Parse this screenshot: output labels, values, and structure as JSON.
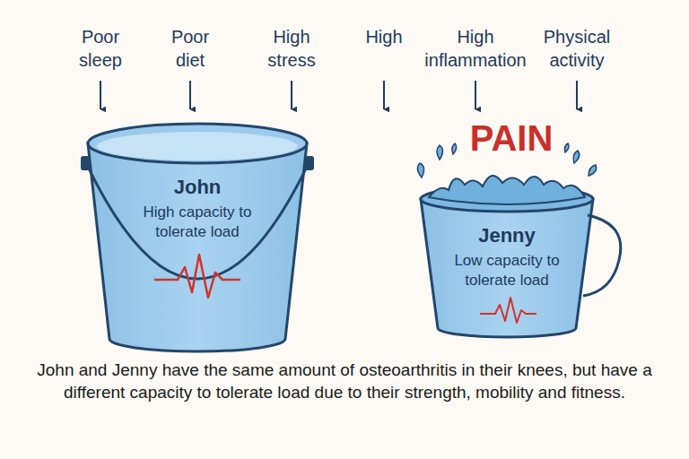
{
  "diagram": {
    "caption": "John and Jenny have the same amount of osteoarthritis in their knees, but have a different capacity to tolerate load due to their strength, mobility and fitness.",
    "nodes": [
      {
        "text": [
          "John",
          "High capacity to tolerate load"
        ]
      },
      {
        "text": [
          "Jenny",
          "Low capacity to tolerate load"
        ]
      }
    ],
    "labels": [
      "Poor sleep",
      "Poor diet",
      "High stress",
      "High",
      "High inflammation",
      "Physical activity",
      "PAIN"
    ]
  }
}
